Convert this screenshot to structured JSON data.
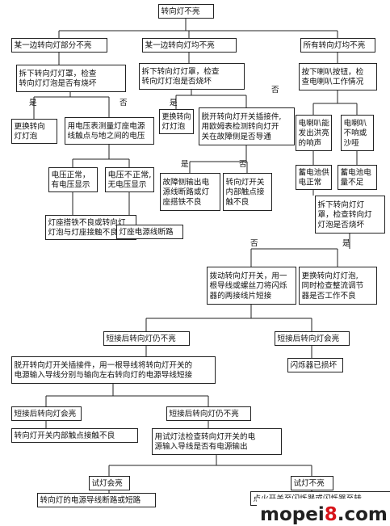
{
  "nodes": [
    {
      "id": "root",
      "lines": [
        "转向灯不亮"
      ]
    },
    {
      "id": "a1",
      "lines": [
        "某一边转向灯部分不亮"
      ]
    },
    {
      "id": "b1",
      "lines": [
        "某一边转向灯均不亮"
      ]
    },
    {
      "id": "c1",
      "lines": [
        "所有转向灯均不亮"
      ]
    },
    {
      "id": "a2",
      "lines": [
        "拆下转向灯灯罩，检查",
        "转向灯灯泡是否有烧坏"
      ]
    },
    {
      "id": "a3",
      "lines": [
        "更换转向",
        "灯灯泡"
      ]
    },
    {
      "id": "a4",
      "lines": [
        "用电压表测量灯座电源",
        "线触点与地之间的电压"
      ]
    },
    {
      "id": "a5",
      "lines": [
        "电压正常，",
        "有电压显示"
      ]
    },
    {
      "id": "a6",
      "lines": [
        "电压不正常,",
        "无电压显示"
      ]
    },
    {
      "id": "a7",
      "lines": [
        "灯座搭铁不良或转向灯",
        "灯泡与灯座接触不良"
      ]
    },
    {
      "id": "a8",
      "lines": [
        "灯座电源线断路"
      ]
    },
    {
      "id": "b2",
      "lines": [
        "拆下转向灯灯罩，检查",
        "转向灯灯泡是否烧坏"
      ]
    },
    {
      "id": "b3",
      "lines": [
        "更换转向",
        "灯灯泡"
      ]
    },
    {
      "id": "b4",
      "lines": [
        "脱开转向灯开关插接件,",
        "用欧姆表检测转向灯开",
        "关在故障侧是否导通"
      ]
    },
    {
      "id": "b5",
      "lines": [
        "故障侧输出电",
        "源线断路或灯",
        "座搭铁不良"
      ]
    },
    {
      "id": "b6",
      "lines": [
        "转向灯开关",
        "内部触点接",
        "触不良"
      ]
    },
    {
      "id": "c2",
      "lines": [
        "按下喇叭按钮，检",
        "查电喇叭工作情况"
      ]
    },
    {
      "id": "c3",
      "lines": [
        "电喇叭能",
        "发出洪亮",
        "的响声"
      ]
    },
    {
      "id": "c4",
      "lines": [
        "电喇叭",
        "不响或",
        "沙哑"
      ]
    },
    {
      "id": "c5",
      "lines": [
        "蓄电池供",
        "电正常"
      ]
    },
    {
      "id": "c6",
      "lines": [
        "蓄电池电",
        "量不足"
      ]
    },
    {
      "id": "c7",
      "lines": [
        "拆下转向灯灯",
        "罩，检查转向灯",
        "灯泡是否烧坏"
      ]
    },
    {
      "id": "d1",
      "lines": [
        "拨动转向灯开关，用一",
        "根导线或螺丝刀将闪烁",
        "器的两接线片短接"
      ]
    },
    {
      "id": "d2",
      "lines": [
        "更换转向灯灯泡,",
        "同时检查整流调节",
        "器是否工作不良"
      ]
    },
    {
      "id": "e1",
      "lines": [
        "短接后转向灯仍不亮"
      ]
    },
    {
      "id": "e2",
      "lines": [
        "短接后转向灯会亮"
      ]
    },
    {
      "id": "e3",
      "lines": [
        "闪烁器已损坏"
      ]
    },
    {
      "id": "f1",
      "lines": [
        "脱开转向灯开关插接件，用一根导线将转向灯开关的",
        "电源输入导线分别与输向左右转向灯的电源导线短接"
      ]
    },
    {
      "id": "g1",
      "lines": [
        "短接后转向灯会亮"
      ]
    },
    {
      "id": "g2",
      "lines": [
        "短接后转向灯仍不亮"
      ]
    },
    {
      "id": "g3",
      "lines": [
        "转向灯开关内部触点接触不良"
      ]
    },
    {
      "id": "g4",
      "lines": [
        "用试灯法检查转向灯开关的电",
        "源输入导线是否有电源输出"
      ]
    },
    {
      "id": "h1",
      "lines": [
        "试灯会亮"
      ]
    },
    {
      "id": "h2",
      "lines": [
        "试灯不亮"
      ]
    },
    {
      "id": "h3",
      "lines": [
        "转向灯的电源导线断路或短路"
      ]
    },
    {
      "id": "h4",
      "lines": [
        "点火开关至闪烁器或闪烁器至转"
      ]
    }
  ],
  "edge_labels": {
    "yes": "是",
    "no": "否"
  },
  "watermark": {
    "part1": "mopei",
    "part2": "8",
    "part3": ".com"
  },
  "colors": {
    "line": "#222222",
    "watermark_accent": "#d7141a"
  }
}
